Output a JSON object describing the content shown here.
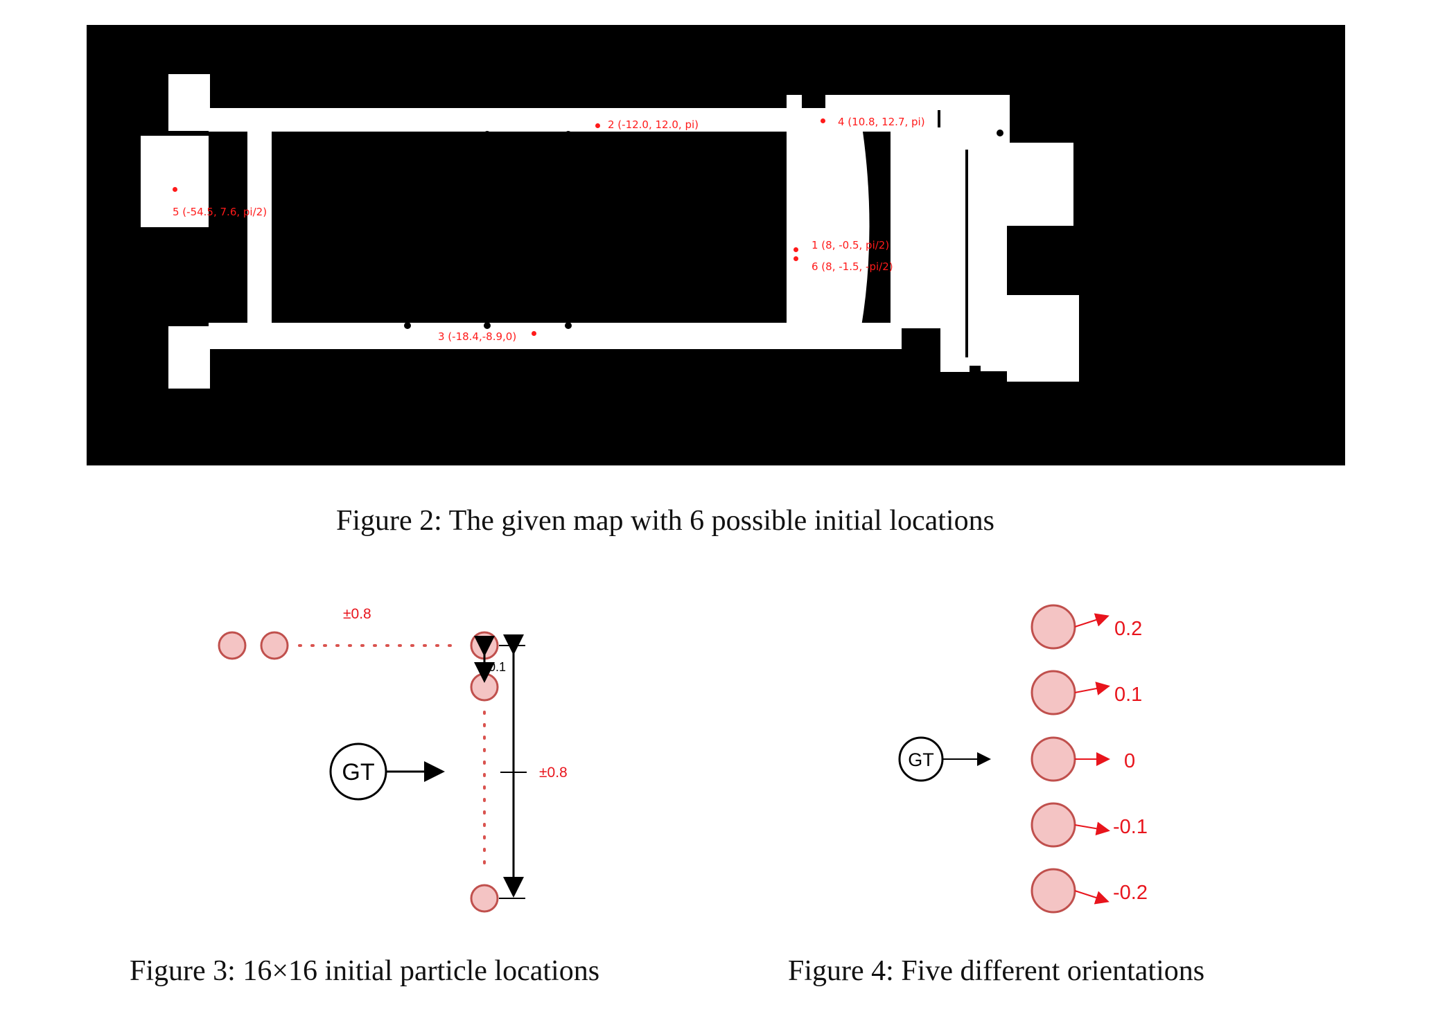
{
  "figure2": {
    "caption": "Figure 2: The given map with 6 possible initial locations",
    "locations": [
      {
        "label": "1 (8, -0.5, pi/2)"
      },
      {
        "label": "2 (-12.0, 12.0, pi)"
      },
      {
        "label": "3 (-18.4,-8.9,0)"
      },
      {
        "label": "4 (10.8, 12.7, pi)"
      },
      {
        "label": "5 (-54.5, 7.6, pi/2)"
      },
      {
        "label": "6 (8, -1.5, -pi/2)"
      }
    ],
    "colors": {
      "map_bg": "#000000",
      "free_space": "#ffffff",
      "marker": "#ff1a1a"
    }
  },
  "figure3": {
    "caption": "Figure 3: 16×16 initial particle locations",
    "gt_label": "GT",
    "horizontal_spread": "±0.8",
    "vertical_spread": "±0.8",
    "step": "0.1",
    "colors": {
      "particle_fill": "#f4c4c4",
      "particle_stroke": "#c0504d",
      "dots": "#d9534f"
    }
  },
  "figure4": {
    "caption": "Figure 4: Five different orientations",
    "gt_label": "GT",
    "orientations": [
      "0.2",
      "0.1",
      "0",
      "-0.1",
      "-0.2"
    ],
    "colors": {
      "label": "#e8141c",
      "arrow": "#e8141c"
    }
  }
}
